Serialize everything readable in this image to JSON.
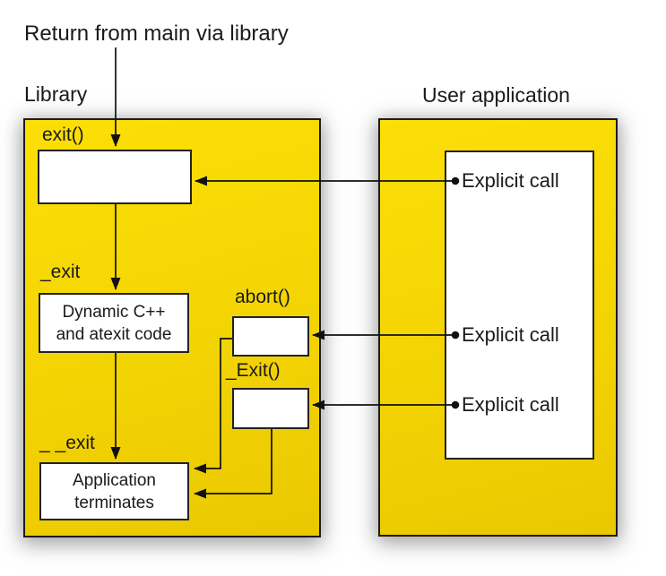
{
  "colors": {
    "panel_yellow": "#F3D403",
    "panel_yellow_light": "#FCDF07",
    "panel_yellow_dark": "#EAC802",
    "border_black": "#1B1B1B",
    "line_black": "#111111",
    "background": "#FFFFFF"
  },
  "top_annotation": "Return from main via library",
  "library": {
    "label": "Library",
    "exit_label": "exit()",
    "under_exit_label": "_exit",
    "double_under_exit_label": "_ _exit",
    "dynamic_box": {
      "line1": "Dynamic C++",
      "line2": "and atexit code"
    },
    "terminates_box": {
      "line1": "Application",
      "line2": "terminates"
    }
  },
  "middle": {
    "abort_label": "abort()",
    "exit_capital_label": "_Exit()"
  },
  "user_application": {
    "label": "User application",
    "explicit_calls": [
      "Explicit call",
      "Explicit call",
      "Explicit call"
    ]
  }
}
